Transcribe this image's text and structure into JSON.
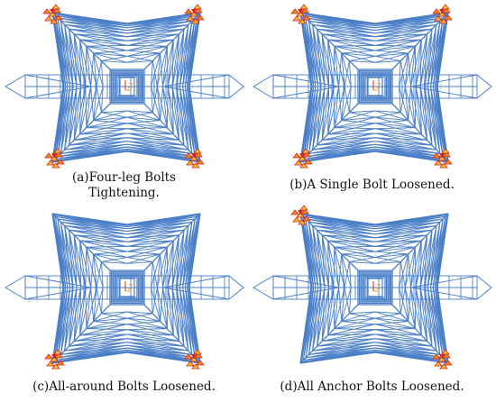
{
  "colors": {
    "frame": "#4a7fc8",
    "node_yellow": "#f2c230",
    "node_red": "#d8231c",
    "node_orange": "#f08a1a",
    "axis_z": "#f0a020",
    "axis_x": "#d8231c"
  },
  "panels": [
    {
      "id": "a",
      "caption": "(a)Four-leg Bolts\nTightening.",
      "axis_label": "Z",
      "bolt_markers": [
        "top-left",
        "top-right",
        "bottom-left",
        "bottom-right"
      ]
    },
    {
      "id": "b",
      "caption": "(b)A Single Bolt Loosened.",
      "axis_label": "Z",
      "bolt_markers": [
        "top-left",
        "top-right",
        "bottom-left",
        "bottom-right"
      ]
    },
    {
      "id": "c",
      "caption": "(c)All-around Bolts Loosened.",
      "axis_label": "Z",
      "bolt_markers": [
        "bottom-left",
        "bottom-right"
      ]
    },
    {
      "id": "d",
      "caption": "(d)All Anchor Bolts Loosened.",
      "axis_label": "Z",
      "bolt_markers": [
        "top-left",
        "bottom-right"
      ]
    }
  ]
}
